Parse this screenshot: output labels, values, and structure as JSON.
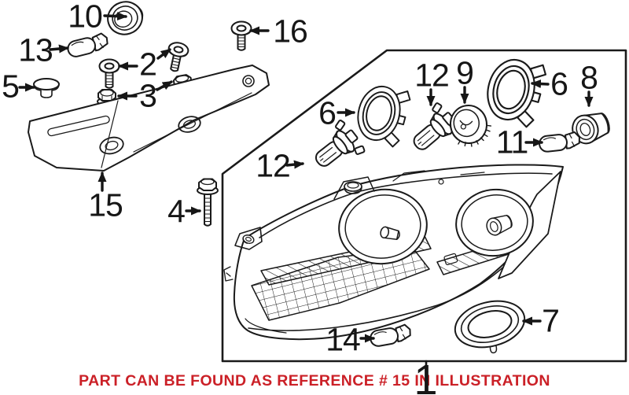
{
  "illustration": {
    "caption": "PART CAN BE FOUND AS REFERENCE # 15 IN ILLUSTRATION",
    "ref_box_label": "1",
    "colors": {
      "caption": "#cb2027",
      "line": "#1a1a1a",
      "background": "#ffffff"
    },
    "labels": {
      "p10": "10",
      "p13": "13",
      "p16": "16",
      "p2": "2",
      "p3": "3",
      "p5": "5",
      "p15": "15",
      "p4": "4",
      "p6_left": "6",
      "p12_top": "12",
      "p9": "9",
      "p6_right": "6",
      "p8": "8",
      "p11": "11",
      "p12_lower": "12",
      "p14": "14",
      "p7": "7"
    }
  }
}
